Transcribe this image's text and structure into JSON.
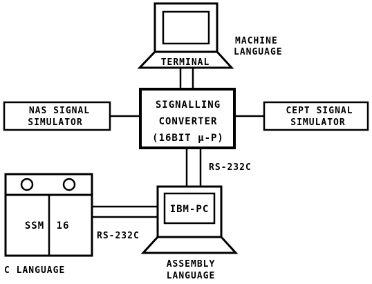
{
  "diagram": {
    "terminal_label": "TERMINAL",
    "machine_language_line1": "MACHINE",
    "machine_language_line2": "LANGUAGE",
    "converter_line1": "SIGNALLING",
    "converter_line2": "CONVERTER",
    "converter_line3": "(16BIT µ-P)",
    "nas_line1": "NAS SIGNAL",
    "nas_line2": "SIMULATOR",
    "cept_line1": "CEPT SIGNAL",
    "cept_line2": "SIMULATOR",
    "rs232c_top": "RS-232C",
    "rs232c_bottom": "RS-232C",
    "ibm_pc_label": "IBM-PC",
    "ssm_label_left": "SSM",
    "ssm_label_right": "16",
    "c_language": "C LANGUAGE",
    "assembly_line1": "ASSEMBLY",
    "assembly_line2": "LANGUAGE"
  }
}
